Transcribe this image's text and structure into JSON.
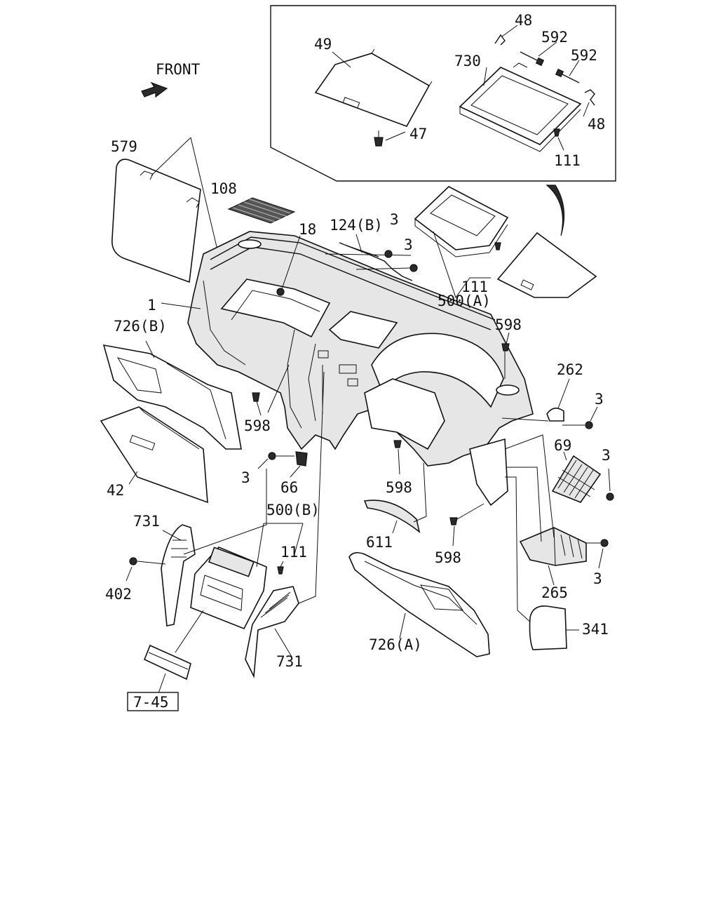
{
  "front_label": "FRONT",
  "reference_box": "7-45",
  "callouts": {
    "c1": "1",
    "c3a": "3",
    "c3b": "3",
    "c3c": "3",
    "c3d": "3",
    "c3e": "3",
    "c3f": "3",
    "c18": "18",
    "c42": "42",
    "c47": "47",
    "c48a": "48",
    "c48b": "48",
    "c49": "49",
    "c66": "66",
    "c69": "69",
    "c108": "108",
    "c111a": "111",
    "c111b": "111",
    "c111c": "111",
    "c124b": "124(B)",
    "c262": "262",
    "c265": "265",
    "c341": "341",
    "c402": "402",
    "c500a": "500(A)",
    "c500b": "500(B)",
    "c579": "579",
    "c592a": "592",
    "c592b": "592",
    "c598a": "598",
    "c598b": "598",
    "c598c": "598",
    "c598d": "598",
    "c611": "611",
    "c726a": "726(A)",
    "c726b": "726(B)",
    "c730": "730",
    "c731a": "731",
    "c731b": "731"
  }
}
